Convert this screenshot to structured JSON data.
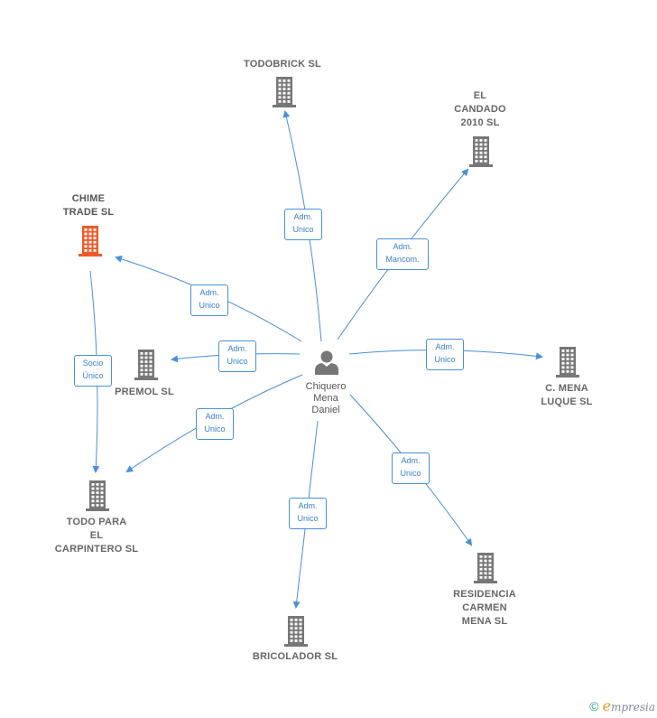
{
  "person": {
    "name": "Chiquero\nMena\nDaniel"
  },
  "companies": {
    "todobrick": "TODOBRICK SL",
    "el_candado": "EL\nCANDADO\n2010 SL",
    "chime_trade": "CHIME\nTRADE SL",
    "premol": "PREMOL SL",
    "c_mena": "C. MENA\nLUQUE SL",
    "todo_para": "TODO PARA\nEL\nCARPINTERO SL",
    "residencia": "RESIDENCIA\nCARMEN\nMENA SL",
    "bricolador": "BRICOLADOR SL"
  },
  "edges": {
    "todobrick": "Adm.\nUnico",
    "el_candado": "Adm.\nMancom.",
    "chime_trade": "Adm.\nUnico",
    "premol": "Adm.\nUnico",
    "c_mena": "Adm.\nUnico",
    "todo_para": "Adm.\nUnico",
    "residencia": "Adm.\nUnico",
    "bricolador": "Adm.\nUnico",
    "chime_to_todo": "Socio\nÚnico"
  },
  "colors": {
    "edge": "#4a90d9",
    "building": "#777777",
    "highlight": "#f05a28"
  },
  "footer": {
    "copyright": "©",
    "brand_initial": "e",
    "brand_rest": "mpresia"
  }
}
